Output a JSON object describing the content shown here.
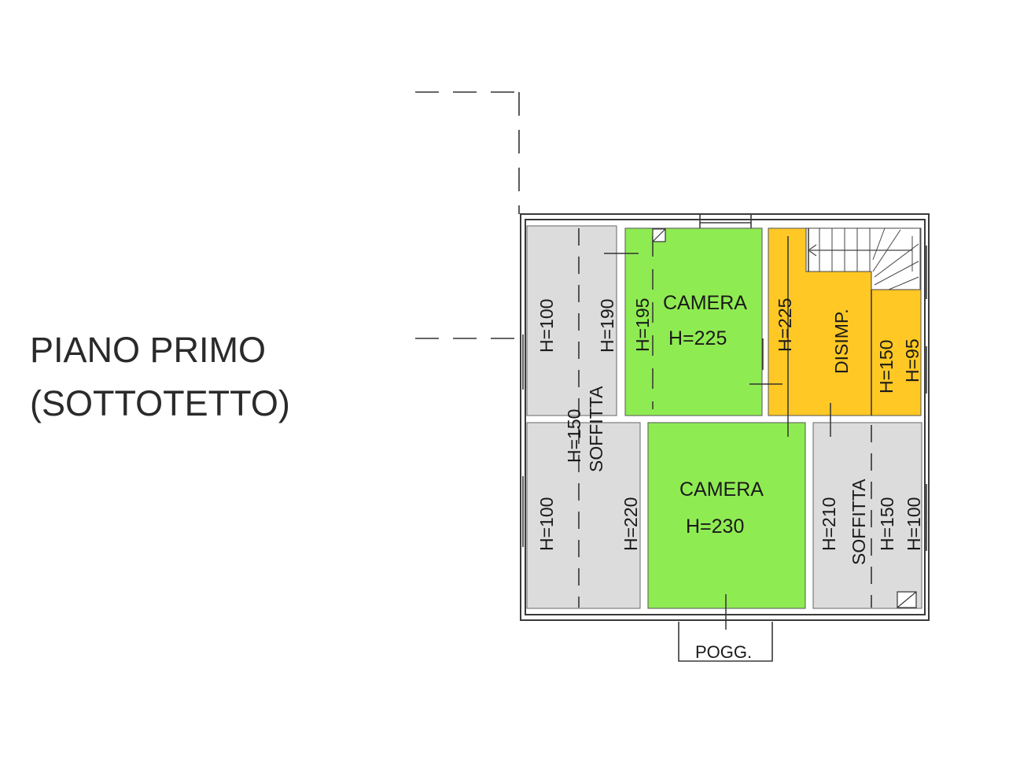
{
  "title": {
    "line1": "PIANO PRIMO",
    "line2": "(SOTTOTETTO)"
  },
  "colors": {
    "room_green": "#8FEB52",
    "room_yellow": "#FFC824",
    "attic_grey": "#DCDCDC",
    "wall": "#3a3a3a"
  },
  "rooms": {
    "camera_top": {
      "name": "CAMERA",
      "height": "H=225"
    },
    "camera_bottom": {
      "name": "CAMERA",
      "height": "H=230"
    },
    "disimpegno": {
      "name": "DISIMP."
    },
    "balcony": {
      "name": "POGG."
    }
  },
  "heights": {
    "left_top_outer": "H=100",
    "left_top_inner": "H=190",
    "left_mid": "H=150",
    "left_bottom_outer": "H=100",
    "left_bottom_inner": "H=220",
    "camera_top_side": "H=195",
    "disimp_side": "H=225",
    "disimp_right_a": "H=150",
    "disimp_right_b": "H=95",
    "right_bottom_a": "H=210",
    "right_bottom_b": "H=150",
    "right_bottom_c": "H=100"
  },
  "attic_labels": {
    "left": "SOFFITTA",
    "right": "SOFFITTA"
  }
}
